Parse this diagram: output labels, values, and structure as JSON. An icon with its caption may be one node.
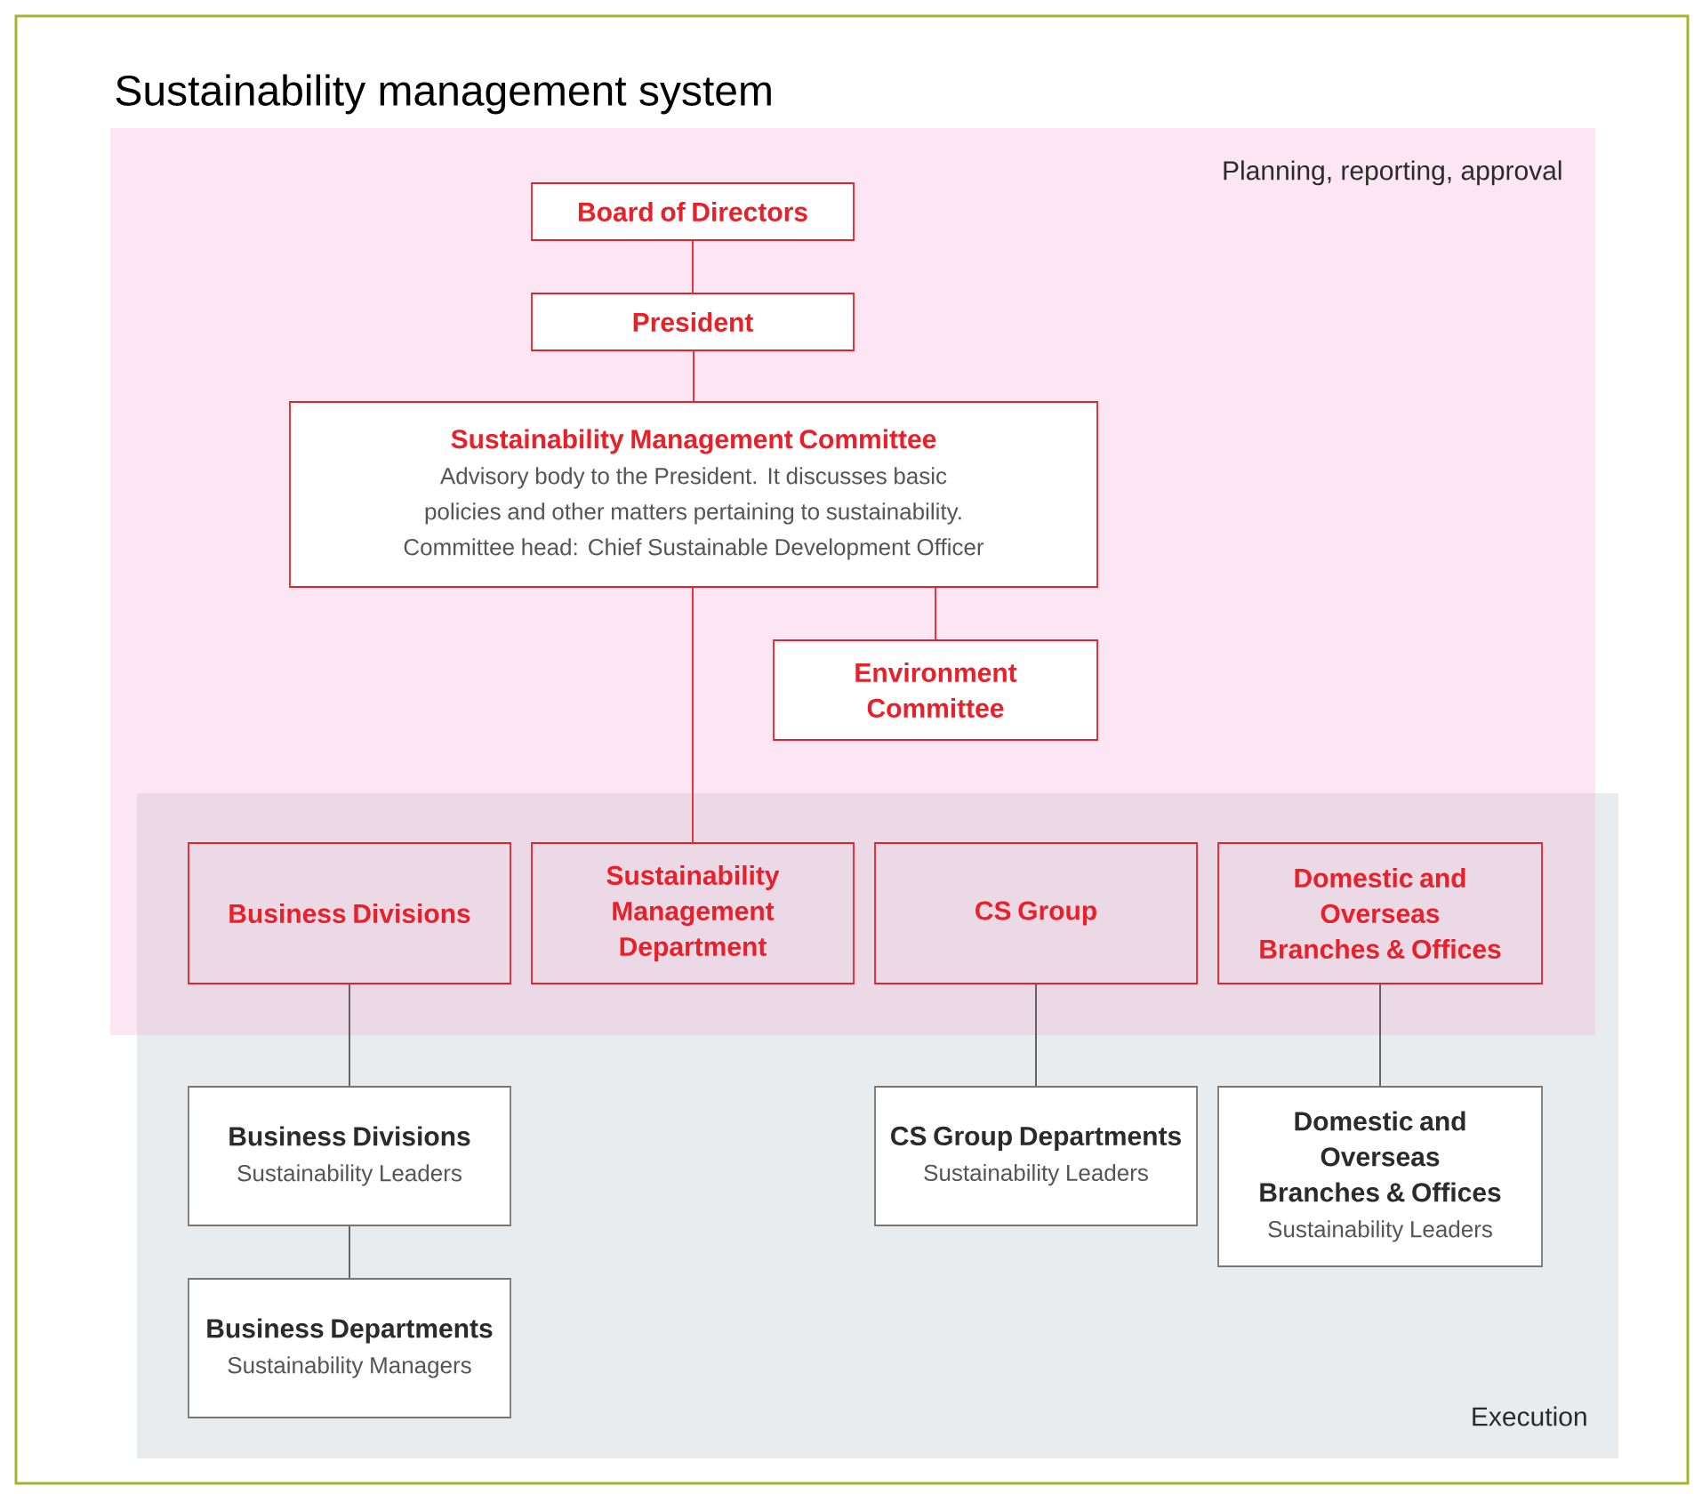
{
  "diagram": {
    "title": "Sustainability management system",
    "nodes": [
      {
        "text": [
          "Planning, reporting, approval"
        ]
      },
      {
        "text": [
          "Board of Directors"
        ],
        "in": 0
      },
      {
        "text": [
          "President"
        ],
        "in": 0
      },
      {
        "text": [
          "Sustainability Management Committee",
          "Advisory body to the President. It discusses basic policies and other matters pertaining to sustainability.",
          "Committee head: Chief Sustainable Development Officer"
        ],
        "in": 0
      },
      {
        "text": [
          "Environment Committee"
        ],
        "in": 0
      },
      {
        "text": [
          "Execution"
        ]
      },
      {
        "text": [
          "Business Divisions"
        ]
      },
      {
        "text": [
          "Sustainability Management Department"
        ]
      },
      {
        "text": [
          "CS Group"
        ]
      },
      {
        "text": [
          "Domestic and Overseas Branches & Offices"
        ]
      },
      {
        "text": [
          "Business Divisions",
          "Sustainability Leaders"
        ],
        "in": 5
      },
      {
        "text": [
          "Business Departments",
          "Sustainability Managers"
        ],
        "in": 5
      },
      {
        "text": [
          "CS Group Departments",
          "Sustainability Leaders"
        ],
        "in": 5
      },
      {
        "text": [
          "Domestic and Overseas Branches & Offices",
          "Sustainability Leaders"
        ],
        "in": 5
      }
    ],
    "edges": [
      {
        "from": 1,
        "to": 2,
        "arrow": "none"
      },
      {
        "from": 2,
        "to": 3,
        "arrow": "none"
      },
      {
        "from": 3,
        "to": 4,
        "arrow": "none"
      },
      {
        "from": 3,
        "to": 7,
        "arrow": "none"
      },
      {
        "from": 6,
        "to": 10,
        "arrow": "none",
        "color": "#555555"
      },
      {
        "from": 10,
        "to": 11,
        "arrow": "none",
        "color": "#555555"
      },
      {
        "from": 8,
        "to": 12,
        "arrow": "none",
        "color": "#555555"
      },
      {
        "from": 9,
        "to": 13,
        "arrow": "none",
        "color": "#555555"
      }
    ]
  }
}
